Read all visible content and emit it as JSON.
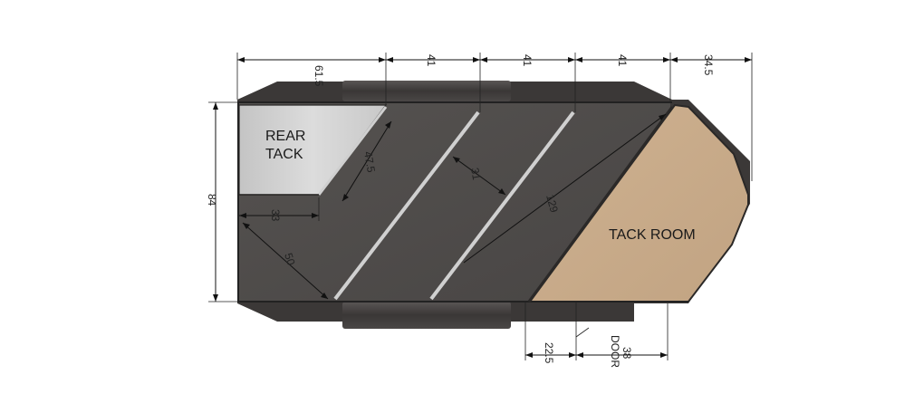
{
  "labels": {
    "rear_tack_line1": "REAR",
    "rear_tack_line2": "TACK",
    "tack_room": "TACK ROOM"
  },
  "dimensions": {
    "top_1": "61.5",
    "top_2": "41",
    "top_3": "41",
    "top_4": "41",
    "top_5": "34.5",
    "height": "84",
    "rear_tack_diag": "47.5",
    "rear_tack_width": "33",
    "stall_diag": "50",
    "stall_width": "31",
    "tack_room_diag": "129",
    "door_offset": "22.5",
    "door_width": "38",
    "door_label": "DOOR"
  },
  "colors": {
    "floor": "#4f4c4a",
    "floor_dark": "#3e3b39",
    "rear_tack": "#d2d2d2",
    "tack_room": "#c9ad8c",
    "fender": "#474444",
    "wall": "#2d2b2a"
  }
}
